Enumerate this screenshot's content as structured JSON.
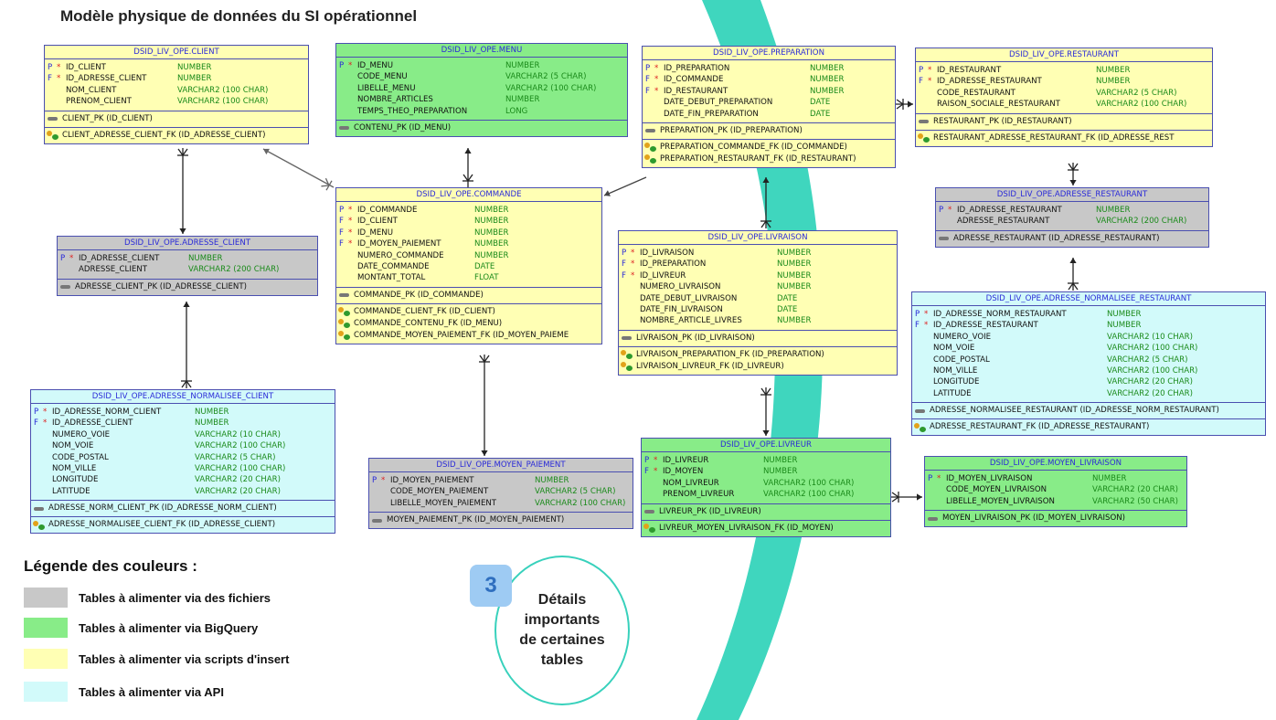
{
  "title": "Modèle physique de données du SI opérationnel",
  "colors": {
    "yellow": "#ffffb4",
    "green": "#88ec88",
    "grey": "#c8c8c8",
    "cyan": "#d2fafa",
    "accent_teal": "#38d1bc",
    "badge_blue": "#9ecbf3"
  },
  "tables": [
    {
      "id": "client",
      "name": "DSID_LIV_OPE.CLIENT",
      "color": "yellow",
      "columns": [
        {
          "flag": "P",
          "req": "*",
          "name": "ID_CLIENT",
          "type": "NUMBER"
        },
        {
          "flag": "F",
          "req": "*",
          "name": "ID_ADRESSE_CLIENT",
          "type": "NUMBER"
        },
        {
          "flag": "",
          "req": "",
          "name": "NOM_CLIENT",
          "type": "VARCHAR2 (100 CHAR)"
        },
        {
          "flag": "",
          "req": "",
          "name": "PRENOM_CLIENT",
          "type": "VARCHAR2 (100 CHAR)"
        }
      ],
      "pks": [
        "CLIENT_PK (ID_CLIENT)"
      ],
      "fks": [
        "CLIENT_ADRESSE_CLIENT_FK (ID_ADRESSE_CLIENT)"
      ]
    },
    {
      "id": "menu",
      "name": "DSID_LIV_OPE.MENU",
      "color": "green",
      "columns": [
        {
          "flag": "P",
          "req": "*",
          "name": "ID_MENU",
          "type": "NUMBER"
        },
        {
          "flag": "",
          "req": "",
          "name": "CODE_MENU",
          "type": "VARCHAR2 (5 CHAR)"
        },
        {
          "flag": "",
          "req": "",
          "name": "LIBELLE_MENU",
          "type": "VARCHAR2 (100 CHAR)"
        },
        {
          "flag": "",
          "req": "",
          "name": "NOMBRE_ARTICLES",
          "type": "NUMBER"
        },
        {
          "flag": "",
          "req": "",
          "name": "TEMPS_THEO_PREPARATION",
          "type": "LONG"
        }
      ],
      "pks": [
        "CONTENU_PK (ID_MENU)"
      ],
      "fks": []
    },
    {
      "id": "preparation",
      "name": "DSID_LIV_OPE.PREPARATION",
      "color": "yellow",
      "columns": [
        {
          "flag": "P",
          "req": "*",
          "name": "ID_PREPARATION",
          "type": "NUMBER"
        },
        {
          "flag": "F",
          "req": "*",
          "name": "ID_COMMANDE",
          "type": "NUMBER"
        },
        {
          "flag": "F",
          "req": "*",
          "name": "ID_RESTAURANT",
          "type": "NUMBER"
        },
        {
          "flag": "",
          "req": "",
          "name": "DATE_DEBUT_PREPARATION",
          "type": "DATE"
        },
        {
          "flag": "",
          "req": "",
          "name": "DATE_FIN_PREPARATION",
          "type": "DATE"
        }
      ],
      "pks": [
        "PREPARATION_PK (ID_PREPARATION)"
      ],
      "fks": [
        "PREPARATION_COMMANDE_FK (ID_COMMANDE)",
        "PREPARATION_RESTAURANT_FK (ID_RESTAURANT)"
      ]
    },
    {
      "id": "restaurant",
      "name": "DSID_LIV_OPE.RESTAURANT",
      "color": "yellow",
      "columns": [
        {
          "flag": "P",
          "req": "*",
          "name": "ID_RESTAURANT",
          "type": "NUMBER"
        },
        {
          "flag": "F",
          "req": "*",
          "name": "ID_ADRESSE_RESTAURANT",
          "type": "NUMBER"
        },
        {
          "flag": "",
          "req": "",
          "name": "CODE_RESTAURANT",
          "type": "VARCHAR2 (5 CHAR)"
        },
        {
          "flag": "",
          "req": "",
          "name": "RAISON_SOCIALE_RESTAURANT",
          "type": "VARCHAR2 (100 CHAR)"
        }
      ],
      "pks": [
        "RESTAURANT_PK (ID_RESTAURANT)"
      ],
      "fks": [
        "RESTAURANT_ADRESSE_RESTAURANT_FK (ID_ADRESSE_REST"
      ]
    },
    {
      "id": "commande",
      "name": "DSID_LIV_OPE.COMMANDE",
      "color": "yellow",
      "columns": [
        {
          "flag": "P",
          "req": "*",
          "name": "ID_COMMANDE",
          "type": "NUMBER"
        },
        {
          "flag": "F",
          "req": "*",
          "name": "ID_CLIENT",
          "type": "NUMBER"
        },
        {
          "flag": "F",
          "req": "*",
          "name": "ID_MENU",
          "type": "NUMBER"
        },
        {
          "flag": "F",
          "req": "*",
          "name": "ID_MOYEN_PAIEMENT",
          "type": "NUMBER"
        },
        {
          "flag": "",
          "req": "",
          "name": "NUMERO_COMMANDE",
          "type": "NUMBER"
        },
        {
          "flag": "",
          "req": "",
          "name": "DATE_COMMANDE",
          "type": "DATE"
        },
        {
          "flag": "",
          "req": "",
          "name": "MONTANT_TOTAL",
          "type": "FLOAT"
        }
      ],
      "pks": [
        "COMMANDE_PK (ID_COMMANDE)"
      ],
      "fks": [
        "COMMANDE_CLIENT_FK (ID_CLIENT)",
        "COMMANDE_CONTENU_FK (ID_MENU)",
        "COMMANDE_MOYEN_PAIEMENT_FK (ID_MOYEN_PAIEME"
      ]
    },
    {
      "id": "adresse_restaurant",
      "name": "DSID_LIV_OPE.ADRESSE_RESTAURANT",
      "color": "grey",
      "columns": [
        {
          "flag": "P",
          "req": "*",
          "name": "ID_ADRESSE_RESTAURANT",
          "type": "NUMBER"
        },
        {
          "flag": "",
          "req": "",
          "name": "ADRESSE_RESTAURANT",
          "type": "VARCHAR2 (200 CHAR)"
        }
      ],
      "pks": [
        "ADRESSE_RESTAURANT (ID_ADRESSE_RESTAURANT)"
      ],
      "fks": []
    },
    {
      "id": "livraison",
      "name": "DSID_LIV_OPE.LIVRAISON",
      "color": "yellow",
      "columns": [
        {
          "flag": "P",
          "req": "*",
          "name": "ID_LIVRAISON",
          "type": "NUMBER"
        },
        {
          "flag": "F",
          "req": "*",
          "name": "ID_PREPARATION",
          "type": "NUMBER"
        },
        {
          "flag": "F",
          "req": "*",
          "name": "ID_LIVREUR",
          "type": "NUMBER"
        },
        {
          "flag": "",
          "req": "",
          "name": "NUMERO_LIVRAISON",
          "type": "NUMBER"
        },
        {
          "flag": "",
          "req": "",
          "name": "DATE_DEBUT_LIVRAISON",
          "type": "DATE"
        },
        {
          "flag": "",
          "req": "",
          "name": "DATE_FIN_LIVRAISON",
          "type": "DATE"
        },
        {
          "flag": "",
          "req": "",
          "name": "NOMBRE_ARTICLE_LIVRES",
          "type": "NUMBER"
        }
      ],
      "pks": [
        "LIVRAISON_PK (ID_LIVRAISON)"
      ],
      "fks": [
        "LIVRAISON_PREPARATION_FK (ID_PREPARATION)",
        "LIVRAISON_LIVREUR_FK (ID_LIVREUR)"
      ]
    },
    {
      "id": "adresse_client",
      "name": "DSID_LIV_OPE.ADRESSE_CLIENT",
      "color": "grey",
      "columns": [
        {
          "flag": "P",
          "req": "*",
          "name": "ID_ADRESSE_CLIENT",
          "type": "NUMBER"
        },
        {
          "flag": "",
          "req": "",
          "name": "ADRESSE_CLIENT",
          "type": "VARCHAR2 (200 CHAR)"
        }
      ],
      "pks": [
        "ADRESSE_CLIENT_PK (ID_ADRESSE_CLIENT)"
      ],
      "fks": []
    },
    {
      "id": "adresse_norm_restaurant",
      "name": "DSID_LIV_OPE.ADRESSE_NORMALISEE_RESTAURANT",
      "color": "cyan",
      "columns": [
        {
          "flag": "P",
          "req": "*",
          "name": "ID_ADRESSE_NORM_RESTAURANT",
          "type": "NUMBER"
        },
        {
          "flag": "F",
          "req": "*",
          "name": "ID_ADRESSE_RESTAURANT",
          "type": "NUMBER"
        },
        {
          "flag": "",
          "req": "",
          "name": "NUMERO_VOIE",
          "type": "VARCHAR2 (10 CHAR)"
        },
        {
          "flag": "",
          "req": "",
          "name": "NOM_VOIE",
          "type": "VARCHAR2 (100 CHAR)"
        },
        {
          "flag": "",
          "req": "",
          "name": "CODE_POSTAL",
          "type": "VARCHAR2 (5 CHAR)"
        },
        {
          "flag": "",
          "req": "",
          "name": "NOM_VILLE",
          "type": "VARCHAR2 (100 CHAR)"
        },
        {
          "flag": "",
          "req": "",
          "name": "LONGITUDE",
          "type": "VARCHAR2 (20 CHAR)"
        },
        {
          "flag": "",
          "req": "",
          "name": "LATITUDE",
          "type": "VARCHAR2 (20 CHAR)"
        }
      ],
      "pks": [
        "ADRESSE_NORMALISEE_RESTAURANT (ID_ADRESSE_NORM_RESTAURANT)"
      ],
      "fks": [
        "ADRESSE_RESTAURANT_FK (ID_ADRESSE_RESTAURANT)"
      ]
    },
    {
      "id": "adresse_norm_client",
      "name": "DSID_LIV_OPE.ADRESSE_NORMALISEE_CLIENT",
      "color": "cyan",
      "columns": [
        {
          "flag": "P",
          "req": "*",
          "name": "ID_ADRESSE_NORM_CLIENT",
          "type": "NUMBER"
        },
        {
          "flag": "F",
          "req": "*",
          "name": "ID_ADRESSE_CLIENT",
          "type": "NUMBER"
        },
        {
          "flag": "",
          "req": "",
          "name": "NUMERO_VOIE",
          "type": "VARCHAR2 (10 CHAR)"
        },
        {
          "flag": "",
          "req": "",
          "name": "NOM_VOIE",
          "type": "VARCHAR2 (100 CHAR)"
        },
        {
          "flag": "",
          "req": "",
          "name": "CODE_POSTAL",
          "type": "VARCHAR2 (5 CHAR)"
        },
        {
          "flag": "",
          "req": "",
          "name": "NOM_VILLE",
          "type": "VARCHAR2 (100 CHAR)"
        },
        {
          "flag": "",
          "req": "",
          "name": "LONGITUDE",
          "type": "VARCHAR2 (20 CHAR)"
        },
        {
          "flag": "",
          "req": "",
          "name": "LATITUDE",
          "type": "VARCHAR2 (20 CHAR)"
        }
      ],
      "pks": [
        "ADRESSE_NORM_CLIENT_PK (ID_ADRESSE_NORM_CLIENT)"
      ],
      "fks": [
        "ADRESSE_NORMALISEE_CLIENT_FK (ID_ADRESSE_CLIENT)"
      ]
    },
    {
      "id": "livreur",
      "name": "DSID_LIV_OPE.LIVREUR",
      "color": "green",
      "columns": [
        {
          "flag": "P",
          "req": "*",
          "name": "ID_LIVREUR",
          "type": "NUMBER"
        },
        {
          "flag": "F",
          "req": "*",
          "name": "ID_MOYEN",
          "type": "NUMBER"
        },
        {
          "flag": "",
          "req": "",
          "name": "NOM_LIVREUR",
          "type": "VARCHAR2 (100 CHAR)"
        },
        {
          "flag": "",
          "req": "",
          "name": "PRENOM_LIVREUR",
          "type": "VARCHAR2 (100 CHAR)"
        }
      ],
      "pks": [
        "LIVREUR_PK (ID_LIVREUR)"
      ],
      "fks": [
        "LIVREUR_MOYEN_LIVRAISON_FK (ID_MOYEN)"
      ]
    },
    {
      "id": "moyen_paiement",
      "name": "DSID_LIV_OPE.MOYEN_PAIEMENT",
      "color": "grey",
      "columns": [
        {
          "flag": "P",
          "req": "*",
          "name": "ID_MOYEN_PAIEMENT",
          "type": "NUMBER"
        },
        {
          "flag": "",
          "req": "",
          "name": "CODE_MOYEN_PAIEMENT",
          "type": "VARCHAR2 (5 CHAR)"
        },
        {
          "flag": "",
          "req": "",
          "name": "LIBELLE_MOYEN_PAIEMENT",
          "type": "VARCHAR2 (100 CHAR)"
        }
      ],
      "pks": [
        "MOYEN_PAIEMENT_PK (ID_MOYEN_PAIEMENT)"
      ],
      "fks": []
    },
    {
      "id": "moyen_livraison",
      "name": "DSID_LIV_OPE.MOYEN_LIVRAISON",
      "color": "green",
      "columns": [
        {
          "flag": "P",
          "req": "*",
          "name": "ID_MOYEN_LIVRAISON",
          "type": "NUMBER"
        },
        {
          "flag": "",
          "req": "",
          "name": "CODE_MOYEN_LIVRAISON",
          "type": "VARCHAR2 (20 CHAR)"
        },
        {
          "flag": "",
          "req": "",
          "name": "LIBELLE_MOYEN_LIVRAISON",
          "type": "VARCHAR2 (50 CHAR)"
        }
      ],
      "pks": [
        "MOYEN_LIVRAISON_PK (ID_MOYEN_LIVRAISON)"
      ],
      "fks": []
    }
  ],
  "legend": {
    "title": "Légende des couleurs :",
    "items": [
      {
        "color": "#c8c8c8",
        "label": "Tables à alimenter via des fichiers"
      },
      {
        "color": "#88ec88",
        "label": "Tables à alimenter via BigQuery"
      },
      {
        "color": "#ffffb4",
        "label": "Tables à alimenter via scripts d'insert"
      },
      {
        "color": "#d2fafa",
        "label": "Tables à alimenter via API"
      }
    ]
  },
  "badge": {
    "number": "3",
    "text_lines": [
      "Détails",
      "importants",
      "de certaines",
      "tables"
    ]
  }
}
